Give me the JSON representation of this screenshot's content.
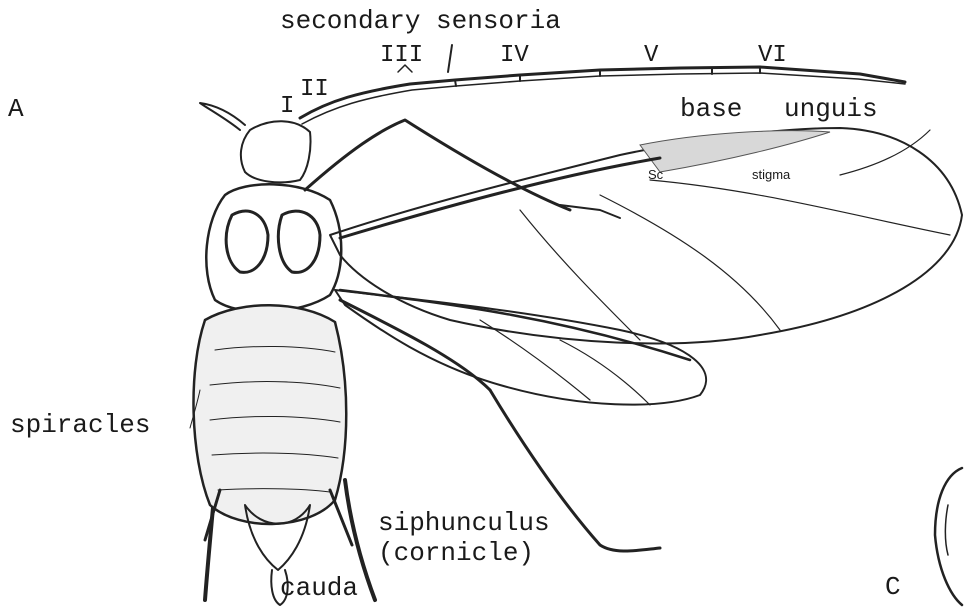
{
  "figure": {
    "panel_labels": {
      "a": "A",
      "c": "C"
    },
    "antenna": {
      "title": "secondary sensoria",
      "segments": [
        "I",
        "II",
        "III",
        "IV",
        "V",
        "VI"
      ],
      "base": "base",
      "unguis": "unguis"
    },
    "wing": {
      "sc": "Sc",
      "stigma": "stigma"
    },
    "body": {
      "spiracles": "spiracles",
      "siphunculus": "siphunculus",
      "cornicle": "(cornicle)",
      "cauda": "cauda"
    },
    "ink_color": "#222222"
  }
}
